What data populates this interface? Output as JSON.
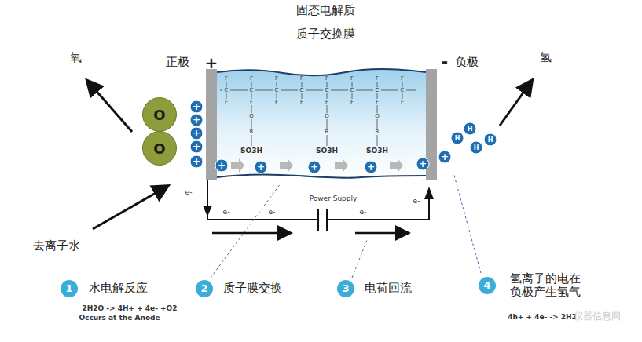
{
  "diagram": {
    "nodes": [
      {
        "text": [
          "固态电解质",
          "质子交换膜"
        ]
      },
      {
        "text": [
          "O"
        ]
      },
      {
        "text": [
          "O"
        ]
      }
    ],
    "labels": [
      "正极",
      "+",
      "-",
      "负极",
      "氧",
      "氢",
      "去离子水",
      "Power Supply",
      "e-",
      "e-",
      "e-",
      "e-",
      "e-",
      "1",
      "水电解反应",
      "2H2O -> 4H+ + 4e- +O2",
      "Occurs at the Anode",
      "2",
      "质子膜交换",
      "3",
      "电荷回流",
      "4",
      "氢离子的电在 负极产生氢气",
      "4h+ + 4e- -> 2H2",
      "仪器信息网",
      "SO3H",
      "SO3H",
      "SO3H",
      "+",
      "+",
      "+",
      "+",
      "+",
      "+",
      "+",
      "+",
      "+",
      "+",
      "+",
      "H",
      "H",
      "H",
      "H",
      "F",
      "F",
      "F",
      "F",
      "F",
      "F",
      "F",
      "F",
      "C",
      "C",
      "C",
      "C",
      "C",
      "C",
      "C",
      "C",
      "F",
      "F",
      "F",
      "F",
      "F",
      "F",
      "F",
      "F",
      "O",
      "O",
      "O",
      "R",
      "R",
      "R"
    ]
  }
}
